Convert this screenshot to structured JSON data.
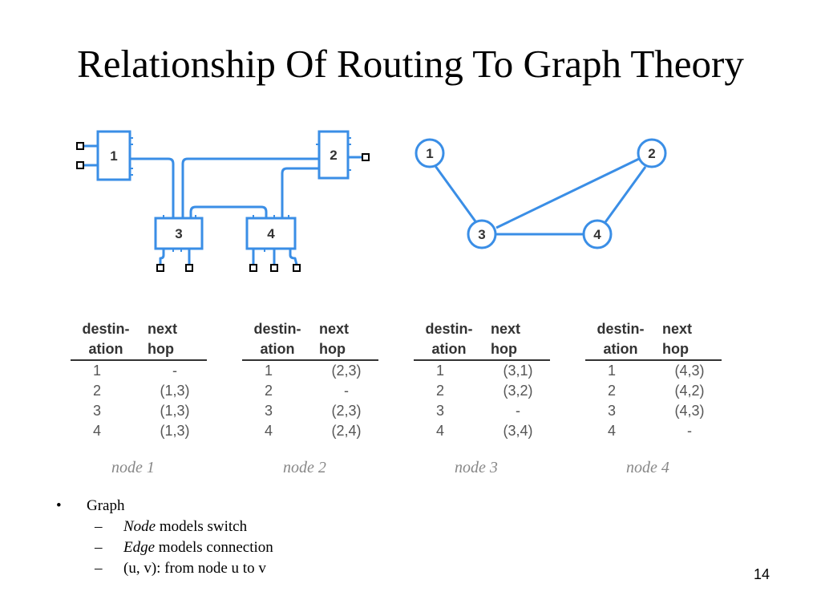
{
  "slide": {
    "title": "Relationship Of Routing To Graph Theory",
    "page_number": "14"
  },
  "network": {
    "line_color": "#3a8ee6",
    "switches": [
      "1",
      "2",
      "3",
      "4"
    ]
  },
  "graph": {
    "line_color": "#3a8ee6",
    "nodes": [
      "1",
      "2",
      "3",
      "4"
    ]
  },
  "tables": [
    {
      "headers": [
        "destin-\nation",
        "next\nhop"
      ],
      "rows": [
        [
          "1",
          "-"
        ],
        [
          "2",
          "(1,3)"
        ],
        [
          "3",
          "(1,3)"
        ],
        [
          "4",
          "(1,3)"
        ]
      ],
      "caption": "node 1"
    },
    {
      "headers": [
        "destin-\nation",
        "next\nhop"
      ],
      "rows": [
        [
          "1",
          "(2,3)"
        ],
        [
          "2",
          "-"
        ],
        [
          "3",
          "(2,3)"
        ],
        [
          "4",
          "(2,4)"
        ]
      ],
      "caption": "node 2"
    },
    {
      "headers": [
        "destin-\nation",
        "next\nhop"
      ],
      "rows": [
        [
          "1",
          "(3,1)"
        ],
        [
          "2",
          "(3,2)"
        ],
        [
          "3",
          "-"
        ],
        [
          "4",
          "(3,4)"
        ]
      ],
      "caption": "node 3"
    },
    {
      "headers": [
        "destin-\nation",
        "next\nhop"
      ],
      "rows": [
        [
          "1",
          "(4,3)"
        ],
        [
          "2",
          "(4,2)"
        ],
        [
          "3",
          "(4,3)"
        ],
        [
          "4",
          "-"
        ]
      ],
      "caption": "node 4"
    }
  ],
  "bullets": {
    "main": "Graph",
    "bullet_char": "•",
    "dash_char": "–",
    "subs": [
      {
        "em": "Node",
        "rest": " models switch"
      },
      {
        "em": "Edge",
        "rest": " models connection"
      },
      {
        "em": "",
        "rest": "(u, v): from node u to v"
      }
    ]
  }
}
